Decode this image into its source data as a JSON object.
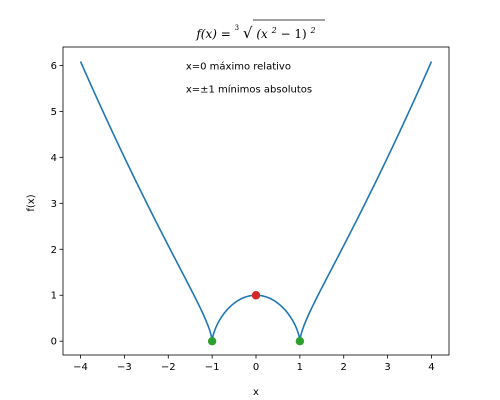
{
  "chart_data": {
    "type": "line",
    "title_parts": {
      "lhs": "f(x) = ",
      "root_index": "3",
      "radicand": "(x",
      "exp": "2",
      "minus": " − 1)",
      "outer_exp": "2"
    },
    "xlabel": "x",
    "ylabel": "f(x)",
    "xlim": [
      -4.4,
      4.4
    ],
    "ylim": [
      -0.3,
      6.4
    ],
    "xticks": [
      -4,
      -3,
      -2,
      -1,
      0,
      1,
      2,
      3,
      4
    ],
    "xtick_labels": [
      "−4",
      "−3",
      "−2",
      "−1",
      "0",
      "1",
      "2",
      "3",
      "4"
    ],
    "yticks": [
      0,
      1,
      2,
      3,
      4,
      5,
      6
    ],
    "ytick_labels": [
      "0",
      "1",
      "2",
      "3",
      "4",
      "5",
      "6"
    ],
    "grid": false,
    "series": [
      {
        "function": "cbrt((x^2-1)^2)",
        "domain": [
          -4,
          4
        ],
        "color": "#1f77b4"
      }
    ],
    "points": [
      {
        "x": 0,
        "y": 1,
        "color": "#d62728"
      },
      {
        "x": -1,
        "y": 0,
        "color": "#2ca02c"
      },
      {
        "x": 1,
        "y": 0,
        "color": "#2ca02c"
      }
    ],
    "annotations": [
      {
        "text": "x=0 máximo relativo",
        "x": -1.6,
        "y": 6.0
      },
      {
        "text": "x=±1 mínimos absolutos",
        "x": -1.6,
        "y": 5.5
      }
    ]
  }
}
